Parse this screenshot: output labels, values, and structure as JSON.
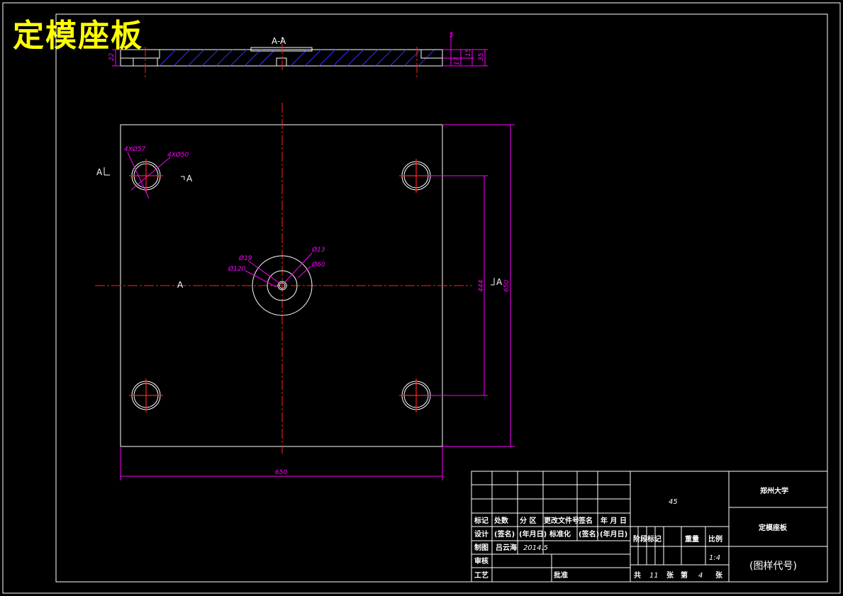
{
  "title": "定模座板",
  "section_label": "A-A",
  "section_marks": {
    "a_left_top": "A",
    "a_right_top": "A",
    "a_center": "A",
    "a_right_mid": "A"
  },
  "dims": {
    "top_left_22": "22",
    "top_5": "5",
    "top_15": "15",
    "top_17": "17",
    "top_35": "35",
    "hole_4x57": "4XØ57",
    "hole_4x50": "4XØ50",
    "d19": "Ø19",
    "d13": "Ø13",
    "d120": "Ø120",
    "d60": "Ø60",
    "v444": "444",
    "v650": "650",
    "h650": "650"
  },
  "title_block": {
    "material": "45",
    "school": "郑州大学",
    "part_name": "定模座板",
    "drawing_code": "(图样代号)",
    "row_headers": [
      "标记",
      "处数",
      "分 区",
      "更改文件号",
      "签名",
      "年 月 日"
    ],
    "design_row": [
      "设计",
      "(签名)",
      "(年月日)",
      "标准化",
      "(签名)",
      "(年月日)"
    ],
    "drafter_label": "制图",
    "drafter_name": "吕云海",
    "drafter_date": "2014.5",
    "check_label": "审核",
    "process_label": "工艺",
    "approve_label": "批准",
    "stage_label": "阶段标记",
    "weight_label": "重量",
    "scale_label": "比例",
    "scale_value": "1:4",
    "sheet_total_prefix": "共",
    "sheet_total": "11",
    "sheet_unit1": "张",
    "sheet_no_prefix": "第",
    "sheet_no": "4",
    "sheet_unit2": "张"
  }
}
